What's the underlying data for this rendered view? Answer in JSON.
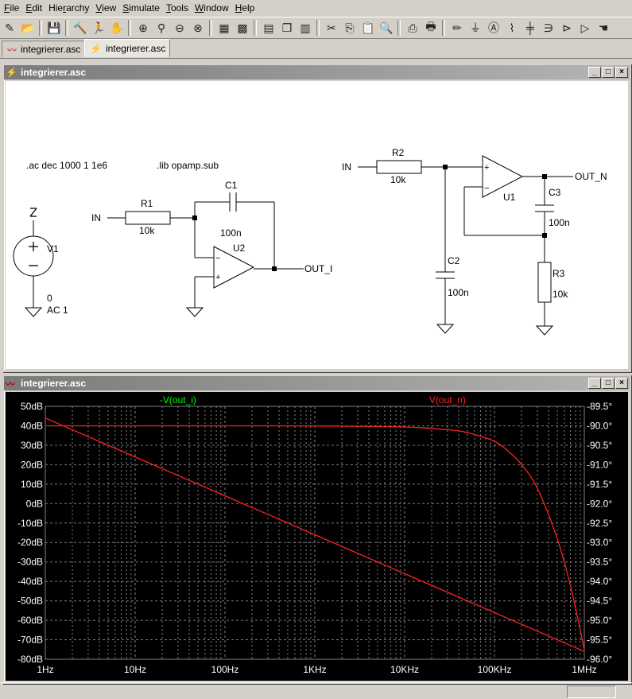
{
  "menu": [
    {
      "pre": "",
      "u": "F",
      "post": "ile"
    },
    {
      "pre": "",
      "u": "E",
      "post": "dit"
    },
    {
      "pre": "Hie",
      "u": "r",
      "post": "archy"
    },
    {
      "pre": "",
      "u": "V",
      "post": "iew"
    },
    {
      "pre": "",
      "u": "S",
      "post": "imulate"
    },
    {
      "pre": "",
      "u": "T",
      "post": "ools"
    },
    {
      "pre": "",
      "u": "W",
      "post": "indow"
    },
    {
      "pre": "",
      "u": "H",
      "post": "elp"
    }
  ],
  "toolbar_icons": [
    "new-schematic-icon",
    "open-icon",
    "|",
    "save-icon",
    "|",
    "control-panel-icon",
    "run-icon",
    "halt-icon",
    "|",
    "zoom-in-icon",
    "pan-icon",
    "zoom-out-icon",
    "zoom-fit-icon",
    "|",
    "autorange-icon",
    "grid-icon",
    "|",
    "tile-horizontal-icon",
    "cascade-icon",
    "tile-vertical-icon",
    "|",
    "cut-icon",
    "copy-icon",
    "paste-icon",
    "find-icon",
    "|",
    "print-setup-icon",
    "print-icon",
    "|",
    "wire-icon",
    "ground-icon",
    "label-icon",
    "resistor-icon",
    "capacitor-icon",
    "inductor-icon",
    "diode-icon",
    "component-icon",
    "move-icon"
  ],
  "tabs": [
    {
      "label": "integrierer.asc",
      "icon": "waveform-icon",
      "active": false
    },
    {
      "label": "integrierer.asc",
      "icon": "schematic-icon",
      "active": true
    }
  ],
  "schematic_window": {
    "title": "integrierer.asc"
  },
  "plot_window": {
    "title": "integrierer.asc"
  },
  "schematic": {
    "directive_ac": ".ac dec 1000 1 1e6",
    "directive_lib": ".lib opamp.sub",
    "v1_name": "V1",
    "v1_value0": "0",
    "v1_value1": "AC 1",
    "in_label_1": "IN",
    "in_label_2": "IN",
    "r1_name": "R1",
    "r1_value": "10k",
    "c1_name": "C1",
    "c1_value": "100n",
    "u2_name": "U2",
    "out_i": "OUT_I",
    "r2_name": "R2",
    "r2_value": "10k",
    "u1_name": "U1",
    "out_n": "OUT_N",
    "c3_name": "C3",
    "c3_value": "100n",
    "c2_name": "C2",
    "c2_value": "100n",
    "r3_name": "R3",
    "r3_value": "10k",
    "plus": "+",
    "minus": "−"
  },
  "chart_data": {
    "type": "line",
    "x_scale": "log",
    "xlim": [
      1,
      1000000
    ],
    "x_ticks": [
      {
        "v": 1,
        "label": "1Hz"
      },
      {
        "v": 10,
        "label": "10Hz"
      },
      {
        "v": 100,
        "label": "100Hz"
      },
      {
        "v": 1000,
        "label": "1KHz"
      },
      {
        "v": 10000,
        "label": "10KHz"
      },
      {
        "v": 100000,
        "label": "100KHz"
      },
      {
        "v": 1000000,
        "label": "1MHz"
      }
    ],
    "ylim_left": [
      -80,
      50
    ],
    "y_ticks_left": [
      "50dB",
      "40dB",
      "30dB",
      "20dB",
      "10dB",
      "0dB",
      "-10dB",
      "-20dB",
      "-30dB",
      "-40dB",
      "-50dB",
      "-60dB",
      "-70dB",
      "-80dB"
    ],
    "ylim_right": [
      -96,
      -89.5
    ],
    "y_ticks_right": [
      "-89.5°",
      "-90.0°",
      "-90.5°",
      "-91.0°",
      "-91.5°",
      "-92.0°",
      "-92.5°",
      "-93.0°",
      "-93.5°",
      "-94.0°",
      "-94.5°",
      "-95.0°",
      "-95.5°",
      "-96.0°"
    ],
    "grid": true,
    "legend": "top",
    "series": [
      {
        "name": "-V(out_i)",
        "color": "#00ff00",
        "x": [
          1,
          10,
          100,
          1000,
          10000,
          100000,
          1000000
        ],
        "y": [
          44,
          24,
          4,
          -16,
          -36,
          -56,
          -76
        ]
      },
      {
        "name": "V(out_n)",
        "color": "#ff2020",
        "x": [
          1,
          10,
          100,
          1000,
          10000,
          30000,
          50000,
          100000,
          150000,
          200000,
          300000,
          500000,
          700000,
          1000000
        ],
        "y": [
          40,
          40,
          40,
          39.9,
          39.4,
          38,
          36.5,
          32,
          26,
          20,
          8,
          -18,
          -42,
          -75
        ]
      }
    ],
    "curve_color": "#ff2020"
  }
}
